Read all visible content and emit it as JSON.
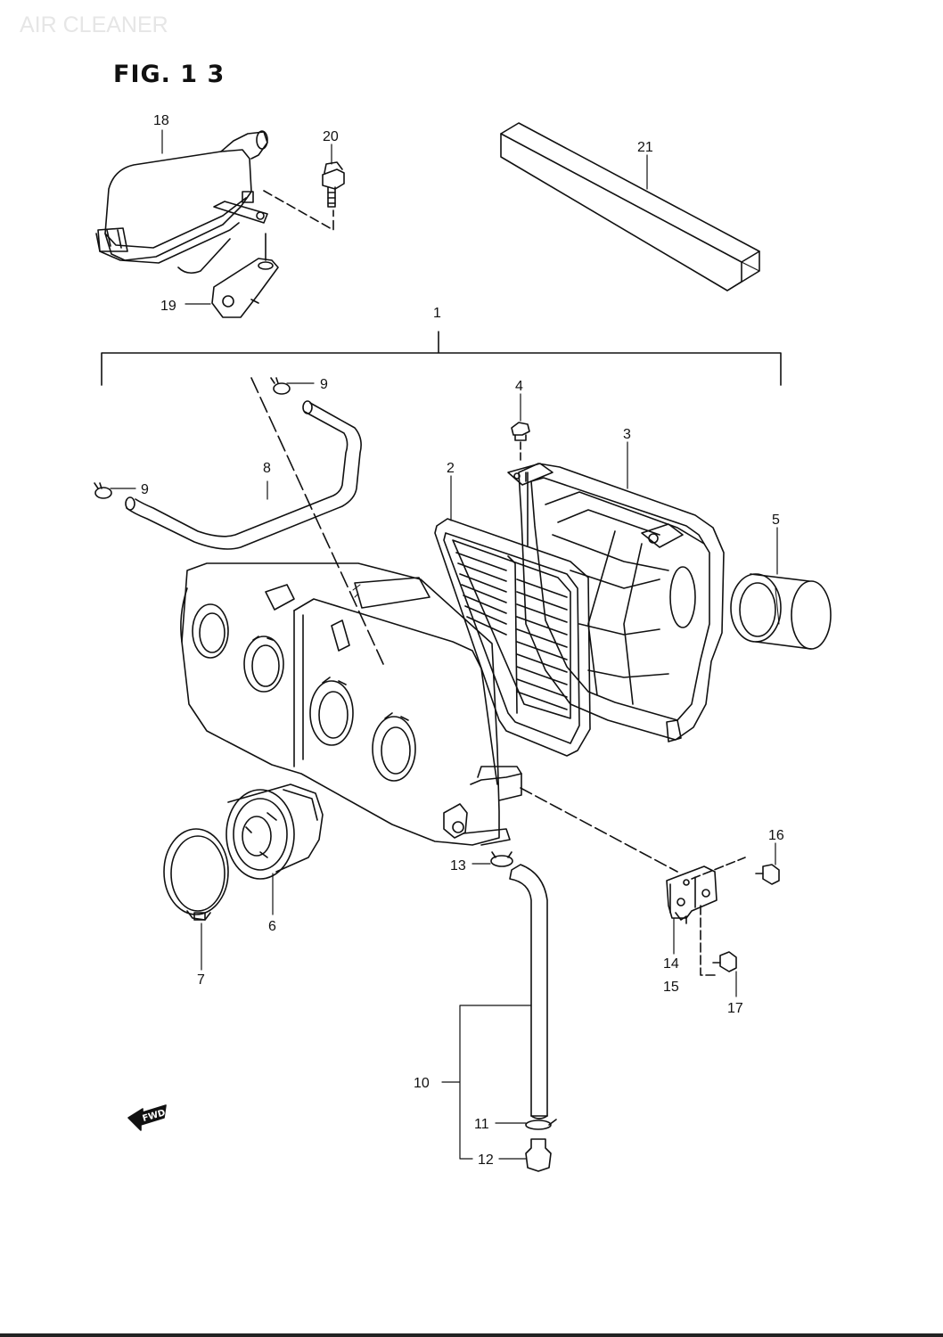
{
  "header": {
    "watermark": "AIR CLEANER",
    "figure": "FIG. 1 3"
  },
  "callouts": {
    "c1": "1",
    "c2": "2",
    "c3": "3",
    "c4": "4",
    "c5": "5",
    "c6": "6",
    "c7": "7",
    "c8": "8",
    "c9a": "9",
    "c9b": "9",
    "c10": "10",
    "c11": "11",
    "c12": "12",
    "c13": "13",
    "c14": "14",
    "c15": "15",
    "c16": "16",
    "c17": "17",
    "c18": "18",
    "c19": "19",
    "c20": "20",
    "c21": "21"
  },
  "fwd_label": "FWD"
}
